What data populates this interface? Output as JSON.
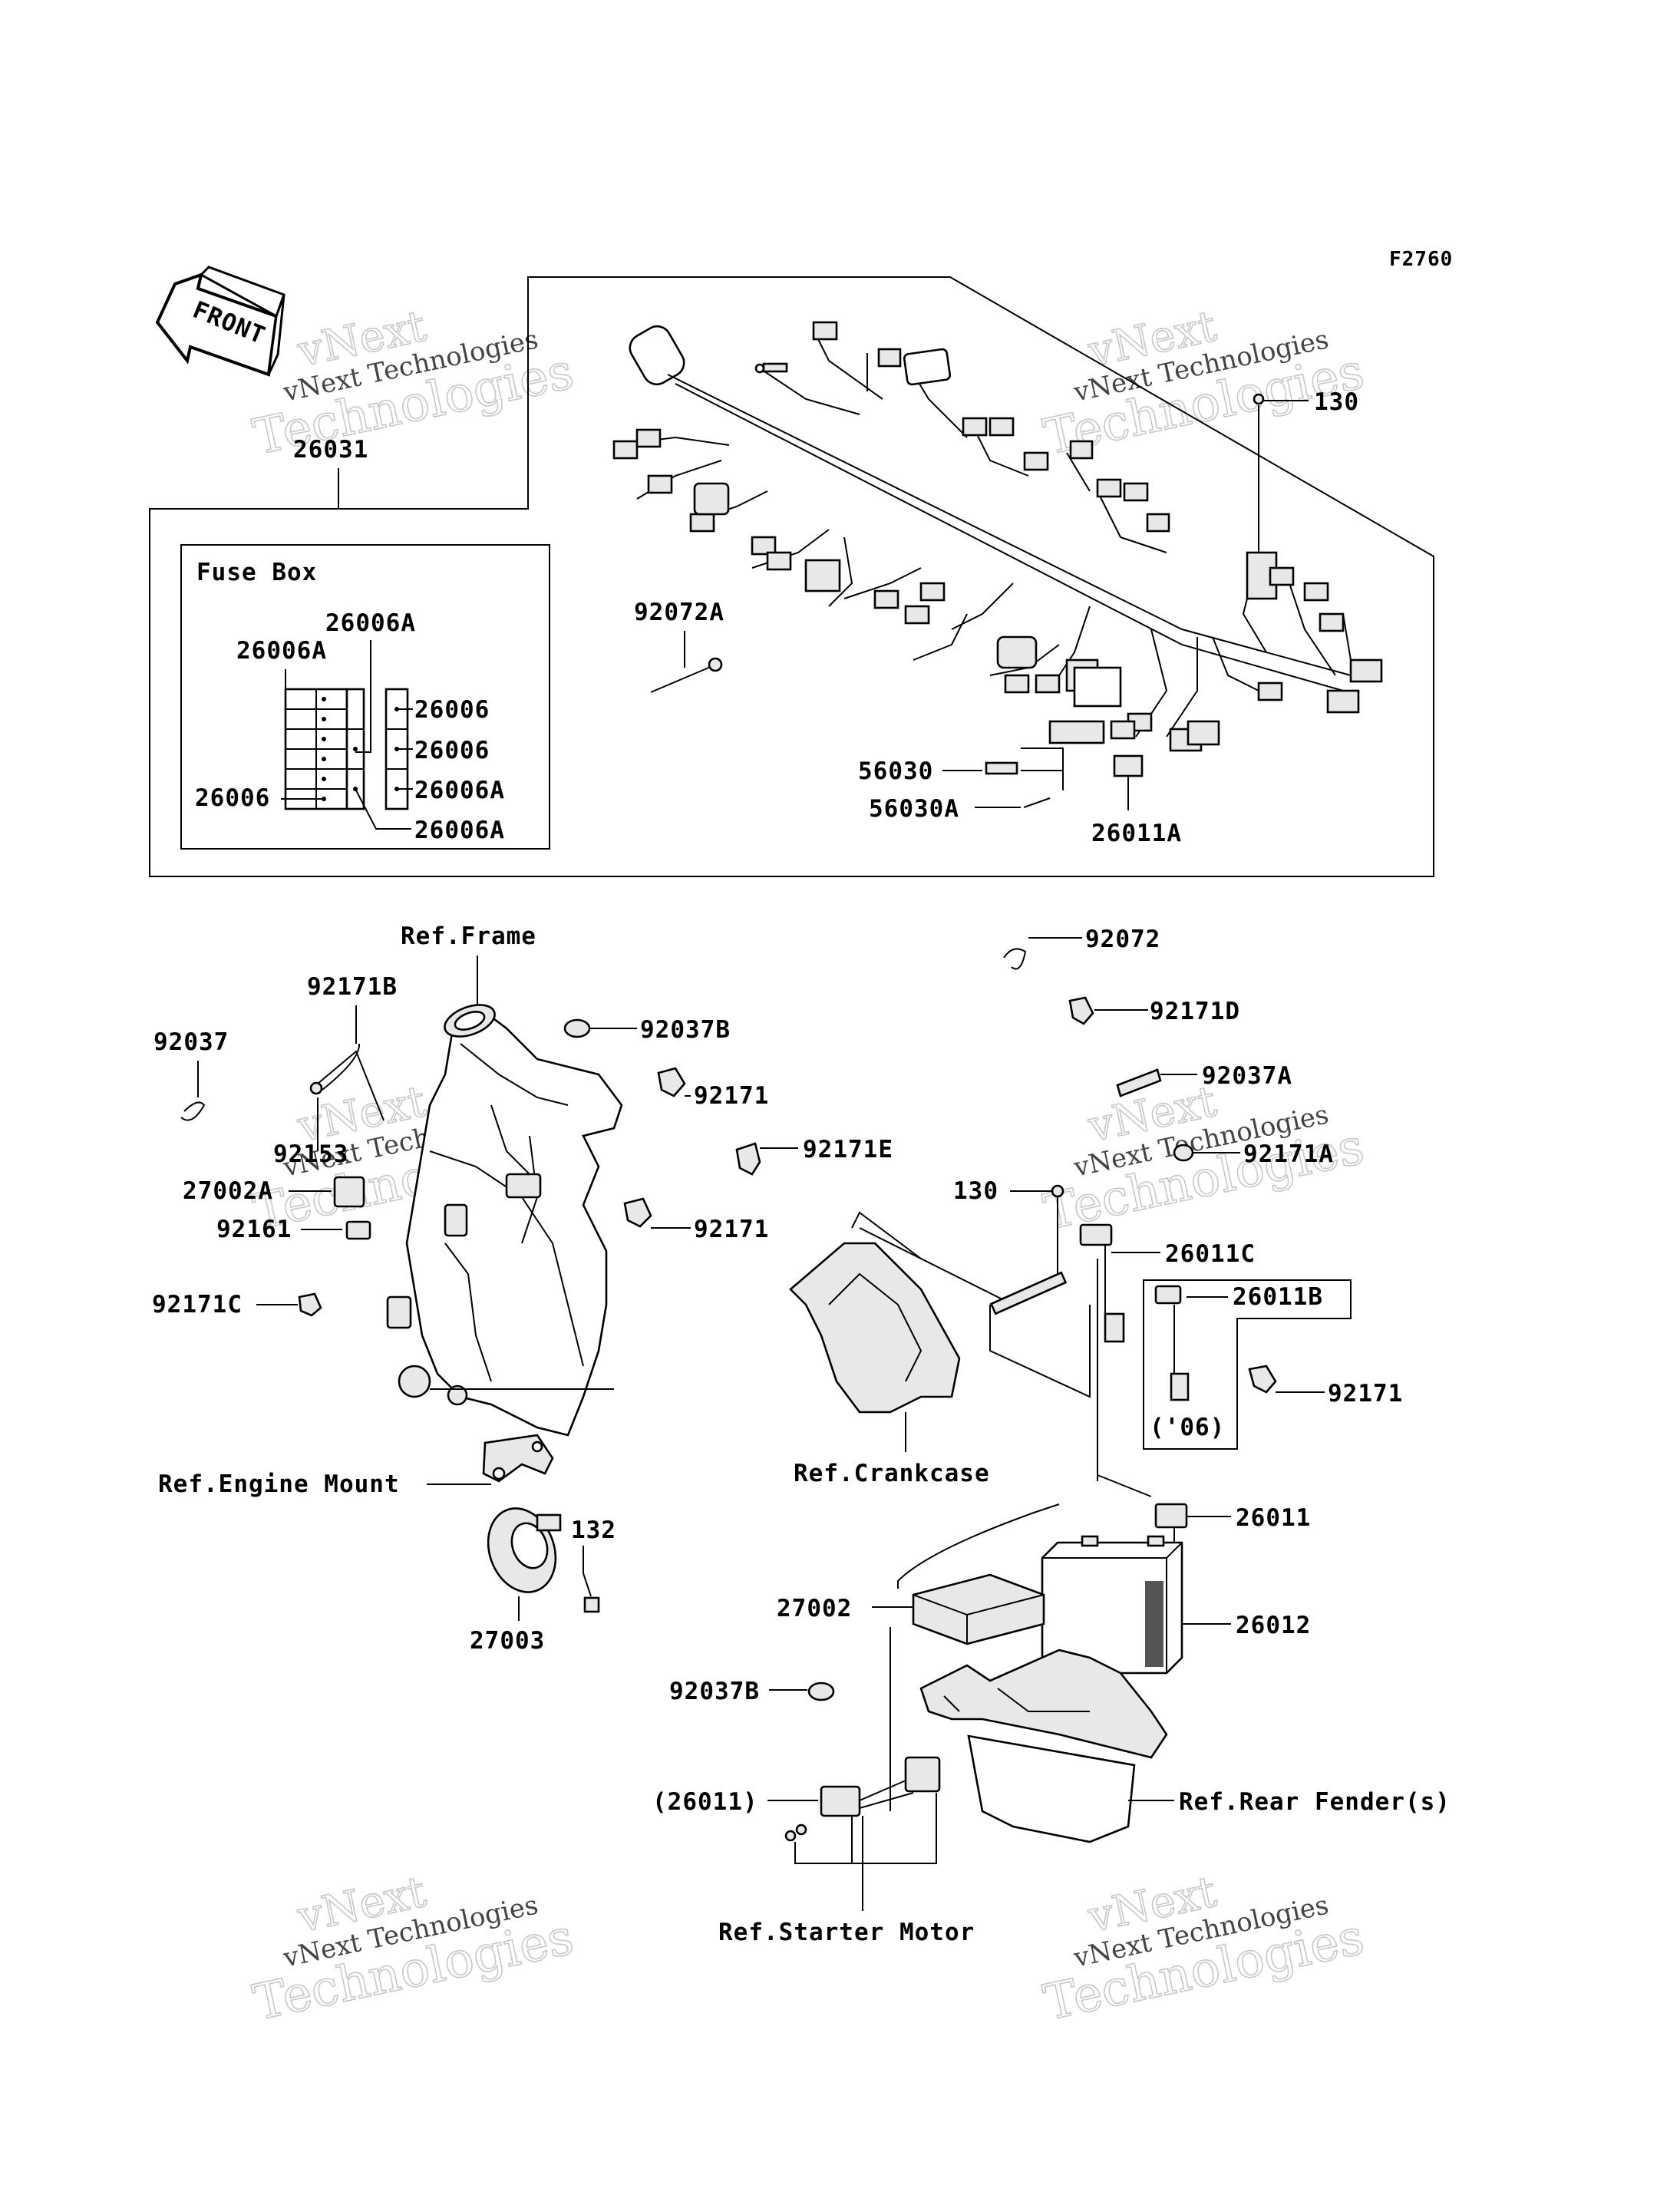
{
  "figure_code": "F2760",
  "front_arrow": "FRONT",
  "watermark": {
    "line1": "vNext",
    "line2": "vNext Technologies",
    "line3": "Technologies"
  },
  "fuse_box_title": "Fuse Box",
  "callouts": {
    "p26031": "26031",
    "p130_top": "130",
    "p92072A": "92072A",
    "p56030": "56030",
    "p56030A": "56030A",
    "p26011A": "26011A",
    "fb_26006A_1": "26006A",
    "fb_26006A_2": "26006A",
    "fb_26006_r1": "26006",
    "fb_26006_r2": "26006",
    "fb_26006A_r3": "26006A",
    "fb_26006_l": "26006",
    "fb_26006A_b": "26006A",
    "ref_frame": "Ref.Frame",
    "p92171B": "92171B",
    "p92037": "92037",
    "p92037B_a": "92037B",
    "p92171_a": "92171",
    "p92153": "92153",
    "p27002A": "27002A",
    "p92161": "92161",
    "p92171_b": "92171",
    "p92171C": "92171C",
    "ref_engine_mount": "Ref.Engine Mount",
    "p132": "132",
    "p27003": "27003",
    "p92072": "92072",
    "p92171D": "92171D",
    "p92037A": "92037A",
    "p92171E": "92171E",
    "p92171A": "92171A",
    "p130_mid": "130",
    "p26011C": "26011C",
    "p26011B": "26011B",
    "year06": "('06)",
    "p92171_c": "92171",
    "ref_crankcase": "Ref.Crankcase",
    "p26011": "26011",
    "p27002": "27002",
    "p26012": "26012",
    "p92037B_b": "92037B",
    "p26011_paren": "(26011)",
    "ref_rear_fender": "Ref.Rear Fender(s)",
    "ref_starter_motor": "Ref.Starter Motor"
  }
}
